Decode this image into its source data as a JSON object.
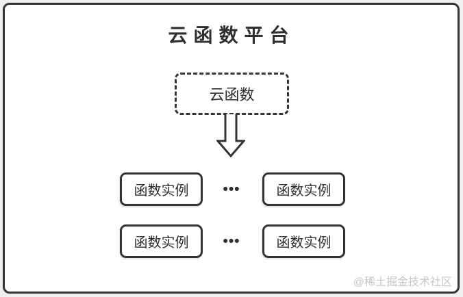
{
  "colors": {
    "stroke": "#333333",
    "text": "#2f2f2f",
    "card_bg": "#ffffff",
    "page_bg": "#f0f0f0",
    "watermark": "#c6c6c6"
  },
  "diagram": {
    "title": "云函数平台",
    "root_node_label": "云函数",
    "arrow_icon": "down-arrow-icon",
    "rows": [
      {
        "instances": [
          "函数实例",
          "函数实例"
        ],
        "ellipsis": "•••"
      },
      {
        "instances": [
          "函数实例",
          "函数实例"
        ],
        "ellipsis": "•••"
      }
    ]
  },
  "footer": {
    "watermark": "@稀土掘金技术社区"
  }
}
